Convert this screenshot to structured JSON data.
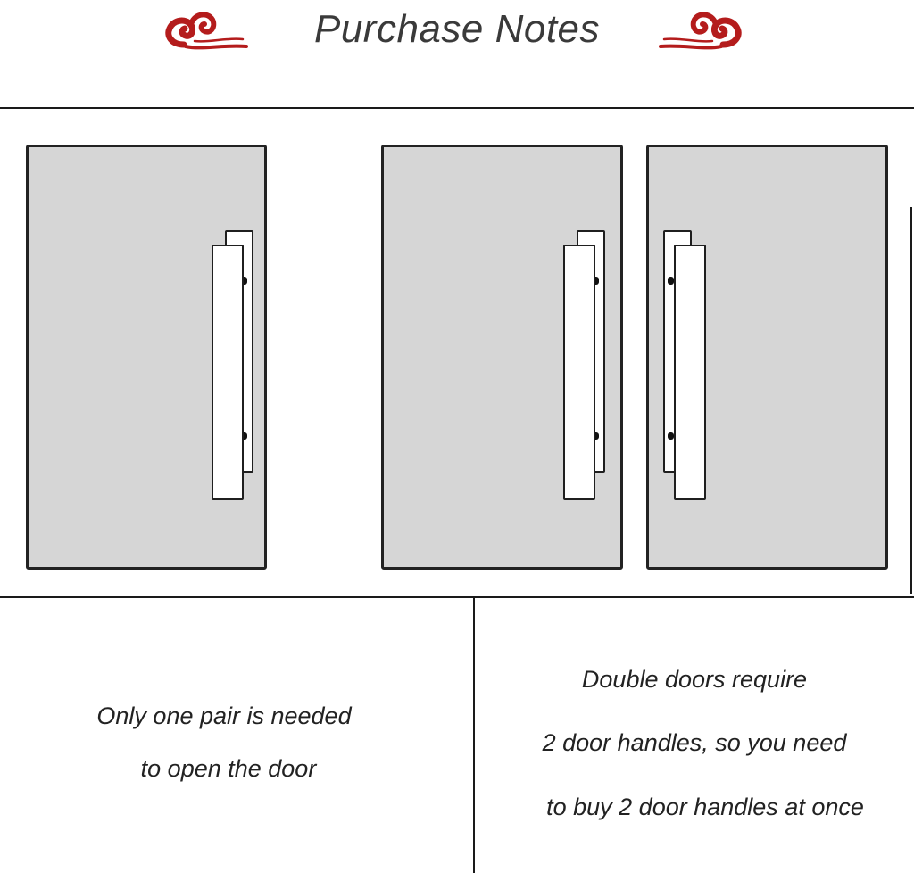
{
  "header": {
    "title": "Purchase Notes",
    "ornament_color": "#b41c1c",
    "ornament_icon": "auspicious-cloud"
  },
  "colors": {
    "door_fill": "#d6d6d6",
    "door_outline": "#222222",
    "handle_fill": "#ffffff",
    "text": "#222222"
  },
  "notes": {
    "single_door": {
      "line1": "Only one pair is needed",
      "line2": "to open the door"
    },
    "double_doors": {
      "line1": "Double doors require",
      "line2": "2 door handles, so you need",
      "line3": "to buy 2 door handles at once"
    }
  }
}
